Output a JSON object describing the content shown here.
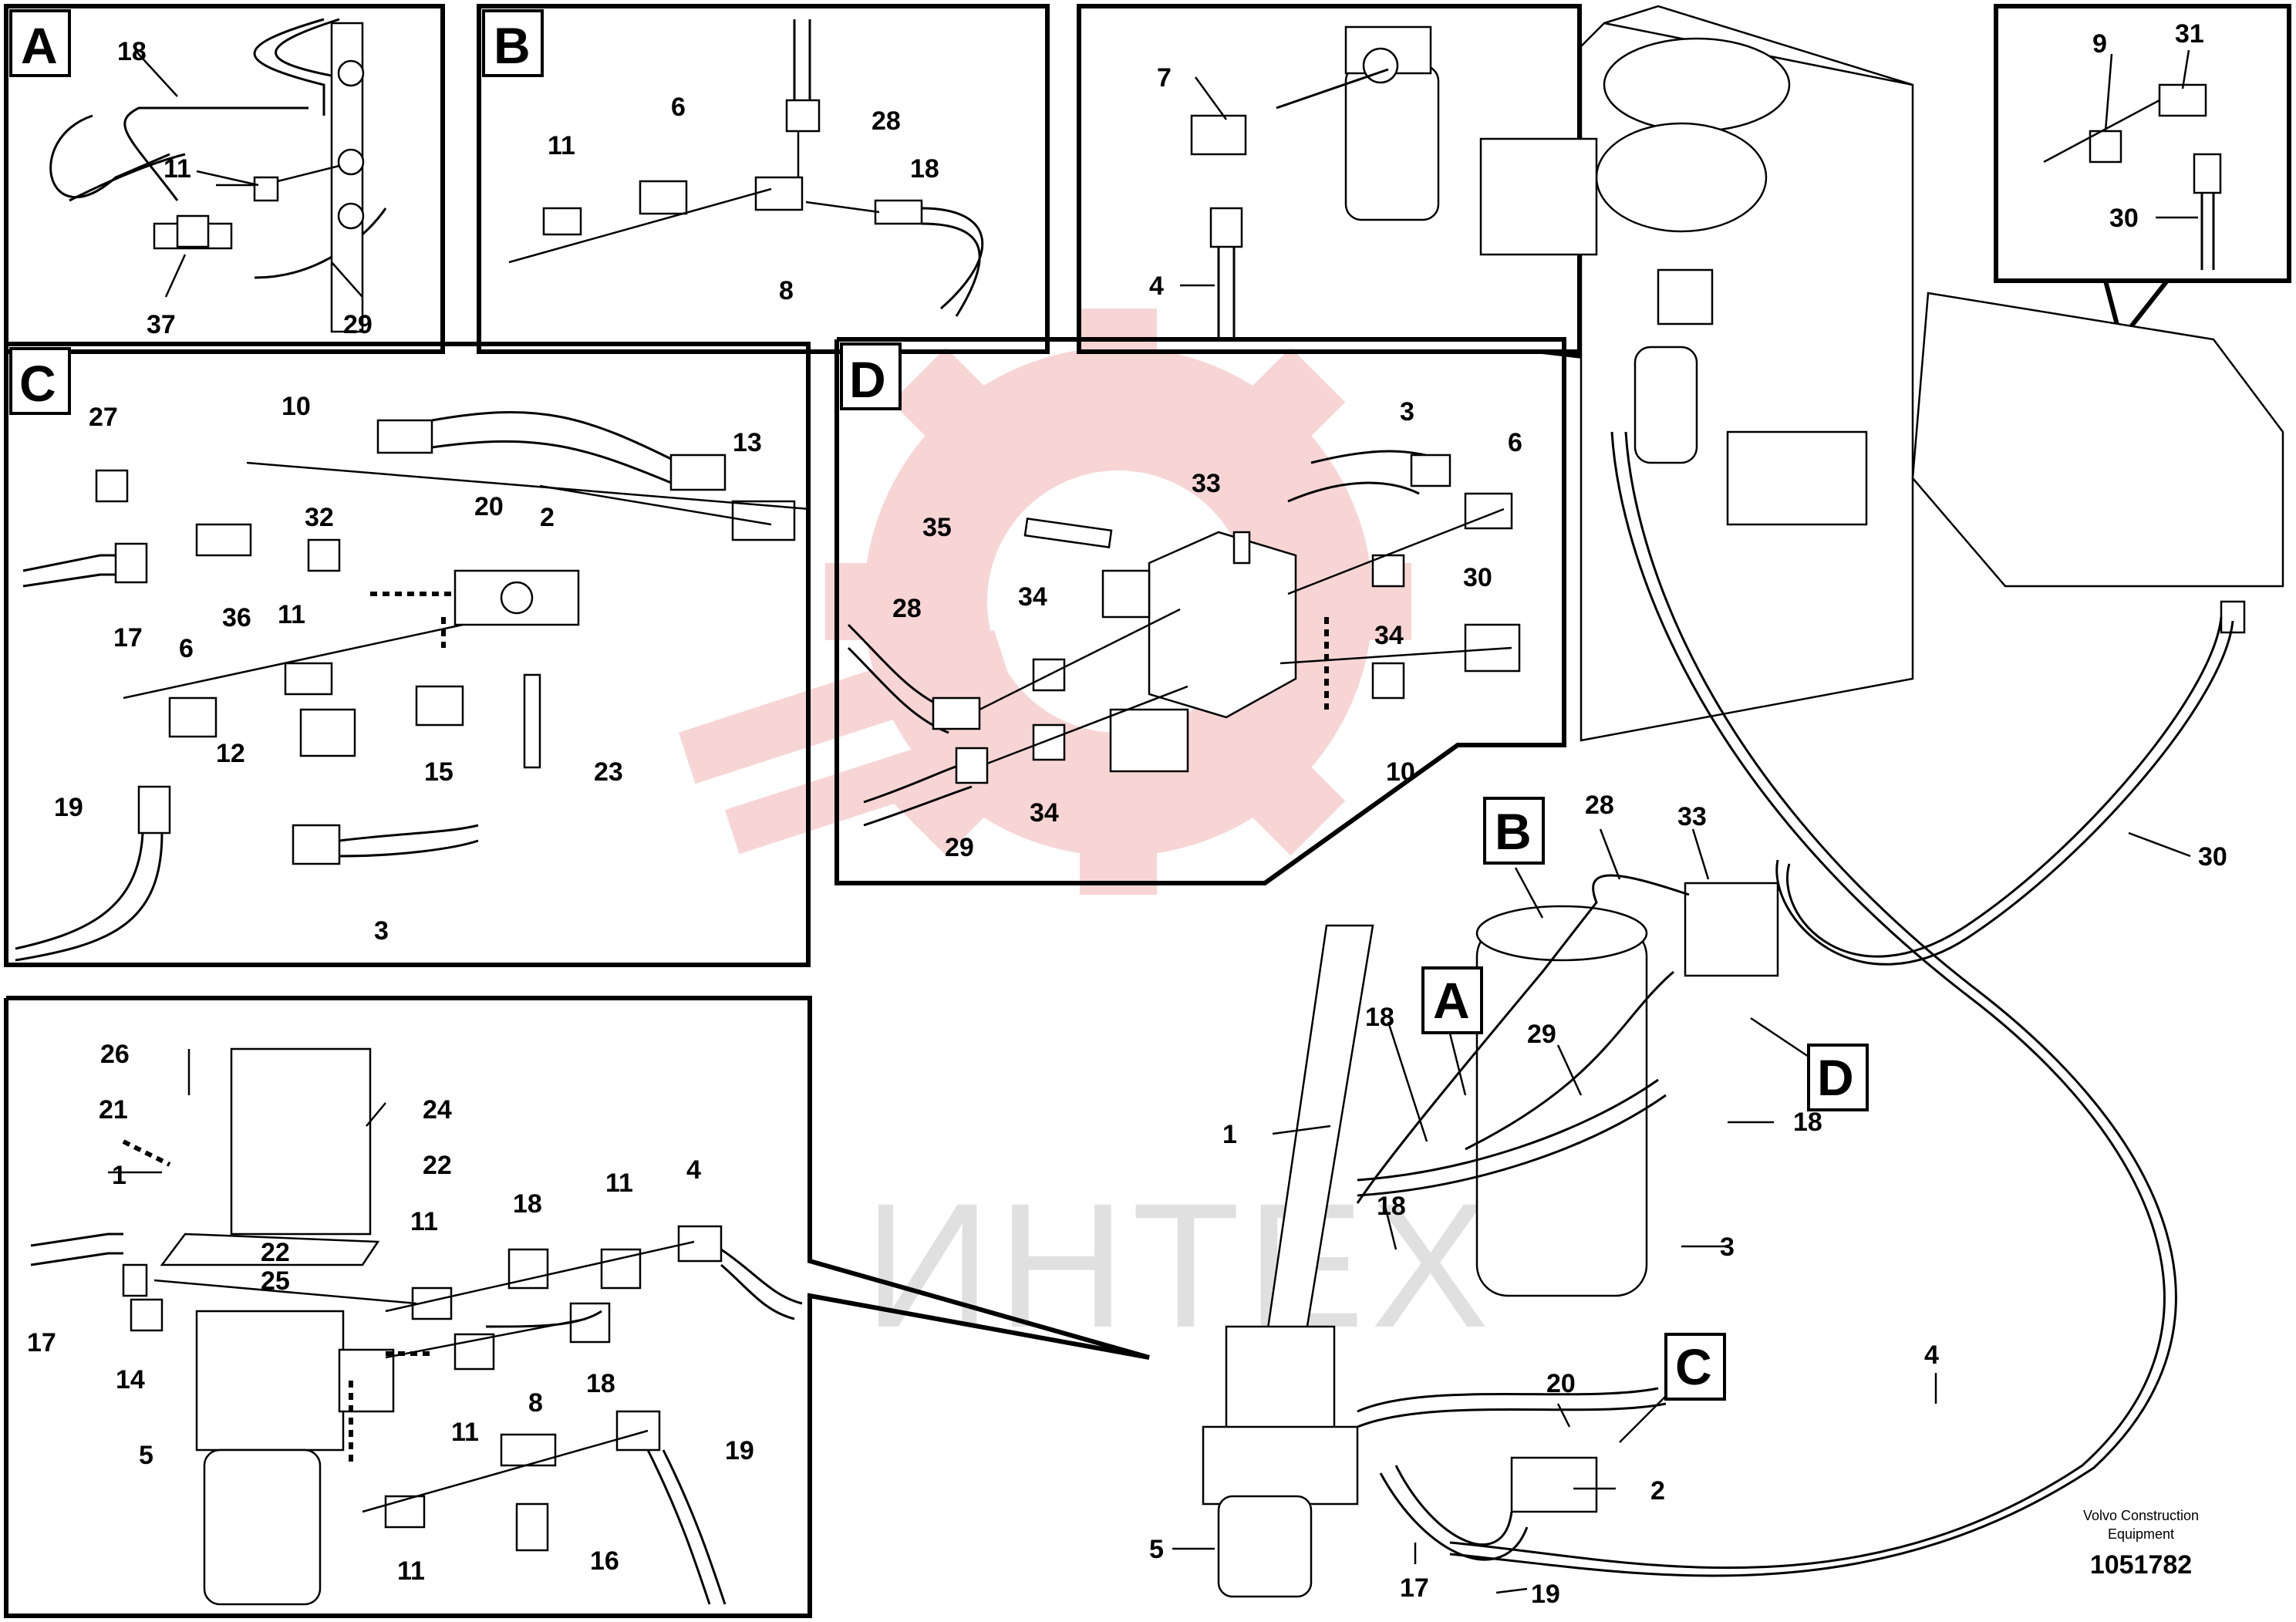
{
  "callouts": {
    "A": [
      "18",
      "11",
      "37",
      "29"
    ],
    "B": [
      "11",
      "6",
      "28",
      "18",
      "8"
    ],
    "top_filter": [
      "7",
      "4"
    ],
    "top_valve": [
      "9",
      "31",
      "30"
    ],
    "C": [
      "27",
      "10",
      "20",
      "13",
      "32",
      "2",
      "17",
      "36",
      "11",
      "6",
      "12",
      "15",
      "23",
      "19",
      "3"
    ],
    "D": [
      "3",
      "6",
      "33",
      "35",
      "30",
      "28",
      "34",
      "34",
      "10",
      "29",
      "34"
    ],
    "steering": [
      "26",
      "24",
      "21",
      "1",
      "22",
      "18",
      "11",
      "4",
      "11",
      "17",
      "14",
      "22",
      "25",
      "18",
      "8",
      "19",
      "5",
      "11",
      "11",
      "16"
    ],
    "overview": [
      "28",
      "33",
      "18",
      "29",
      "1",
      "18",
      "3",
      "18",
      "30",
      "20",
      "4",
      "2",
      "5",
      "17",
      "19"
    ]
  },
  "box_labels": {
    "A": "A",
    "B": "B",
    "C": "C",
    "D": "D",
    "ov_A": "A",
    "ov_B": "B",
    "ov_C": "C",
    "ov_D": "D"
  },
  "footer": {
    "credit_line1": "Volvo Construction",
    "credit_line2": "Equipment",
    "doc_number": "1051782"
  },
  "watermark": {
    "text": "ИНТЕХ",
    "color": "#f2b3b3"
  },
  "colors": {
    "line": "#000000",
    "watermark": "#f2b3b3"
  }
}
